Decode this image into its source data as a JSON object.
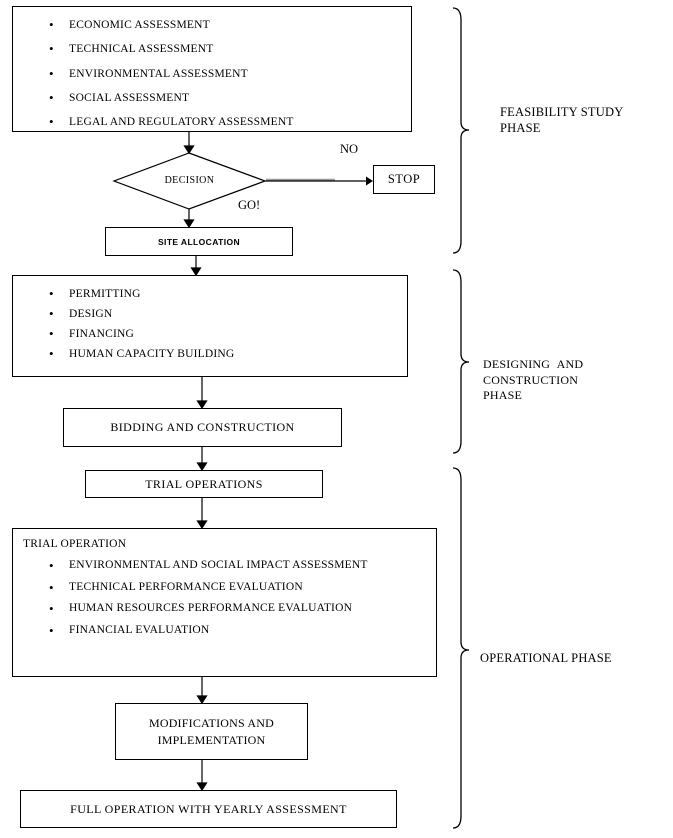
{
  "colors": {
    "line": "#000000",
    "background": "#ffffff",
    "gray_line": "#9a9a9a"
  },
  "feasibility_box": {
    "items": [
      "ECONOMIC ASSESSMENT",
      "TECHNICAL ASSESSMENT",
      "ENVIRONMENTAL ASSESSMENT",
      "SOCIAL ASSESSMENT",
      "LEGAL AND REGULATORY ASSESSMENT"
    ]
  },
  "decision": {
    "label": "DECISION",
    "no_label": "NO",
    "go_label": "GO!",
    "stop_label": "STOP"
  },
  "site_allocation": {
    "label": "SITE ALLOCATION"
  },
  "design_box": {
    "items": [
      "PERMITTING",
      "DESIGN",
      "FINANCING",
      "HUMAN CAPACITY BUILDING"
    ]
  },
  "bidding": {
    "label": "BIDDING AND CONSTRUCTION"
  },
  "trial_operations": {
    "label": "TRIAL OPERATIONS"
  },
  "trial_operation_box": {
    "title": "TRIAL OPERATION",
    "items": [
      "ENVIRONMENTAL AND SOCIAL IMPACT ASSESSMENT",
      "TECHNICAL PERFORMANCE EVALUATION",
      "HUMAN RESOURCES PERFORMANCE EVALUATION",
      "FINANCIAL EVALUATION"
    ]
  },
  "modifications": {
    "lines": [
      "MODIFICATIONS AND",
      "IMPLEMENTATION"
    ]
  },
  "full_operation": {
    "label": "FULL OPERATION WITH YEARLY ASSESSMENT"
  },
  "phases": [
    {
      "name": "feasibility",
      "lines": [
        "FEASIBILITY STUDY",
        "PHASE"
      ]
    },
    {
      "name": "designing-construction",
      "lines": [
        "DESIGNING AND CONSTRUCTION",
        "PHASE"
      ]
    },
    {
      "name": "operational",
      "lines": [
        "OPERATIONAL PHASE"
      ]
    }
  ]
}
